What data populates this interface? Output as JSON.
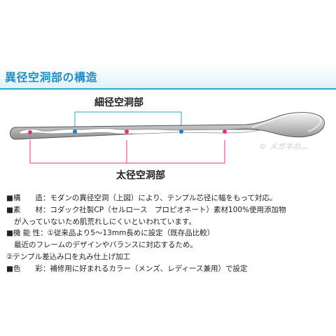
{
  "header": {
    "title": "異径空洞部の構造"
  },
  "diagram": {
    "label_thin": "細径空洞部",
    "label_thick": "太径空洞部",
    "watermark": "© メガネの..."
  },
  "specs": {
    "structure": "■構　　造：モダンの異径空洞（上図）により、テンプル芯径に幅をもって対応。",
    "material_1": "■素　　材：コダック社製CP（セルロース　プロピオネート）素材100%使用添加物",
    "material_2": "が入っていないため肌荒れしにくいといわれています。",
    "function_1": "■機 能 性：①従来品より5〜13mm長めに設定（既存品比較）",
    "function_2": "最近のフレームのデザインやバランスに対応するため。",
    "function_3": "②テンプル差込み口を丸み仕上げ加工",
    "color": "■色　　彩：補修用に好まれるカラー（メンズ、レディース兼用）で設定"
  },
  "colors": {
    "accent_blue": "#1d8fc8",
    "marker_pink": "#e0338a",
    "marker_blue": "#1b7fd0"
  }
}
